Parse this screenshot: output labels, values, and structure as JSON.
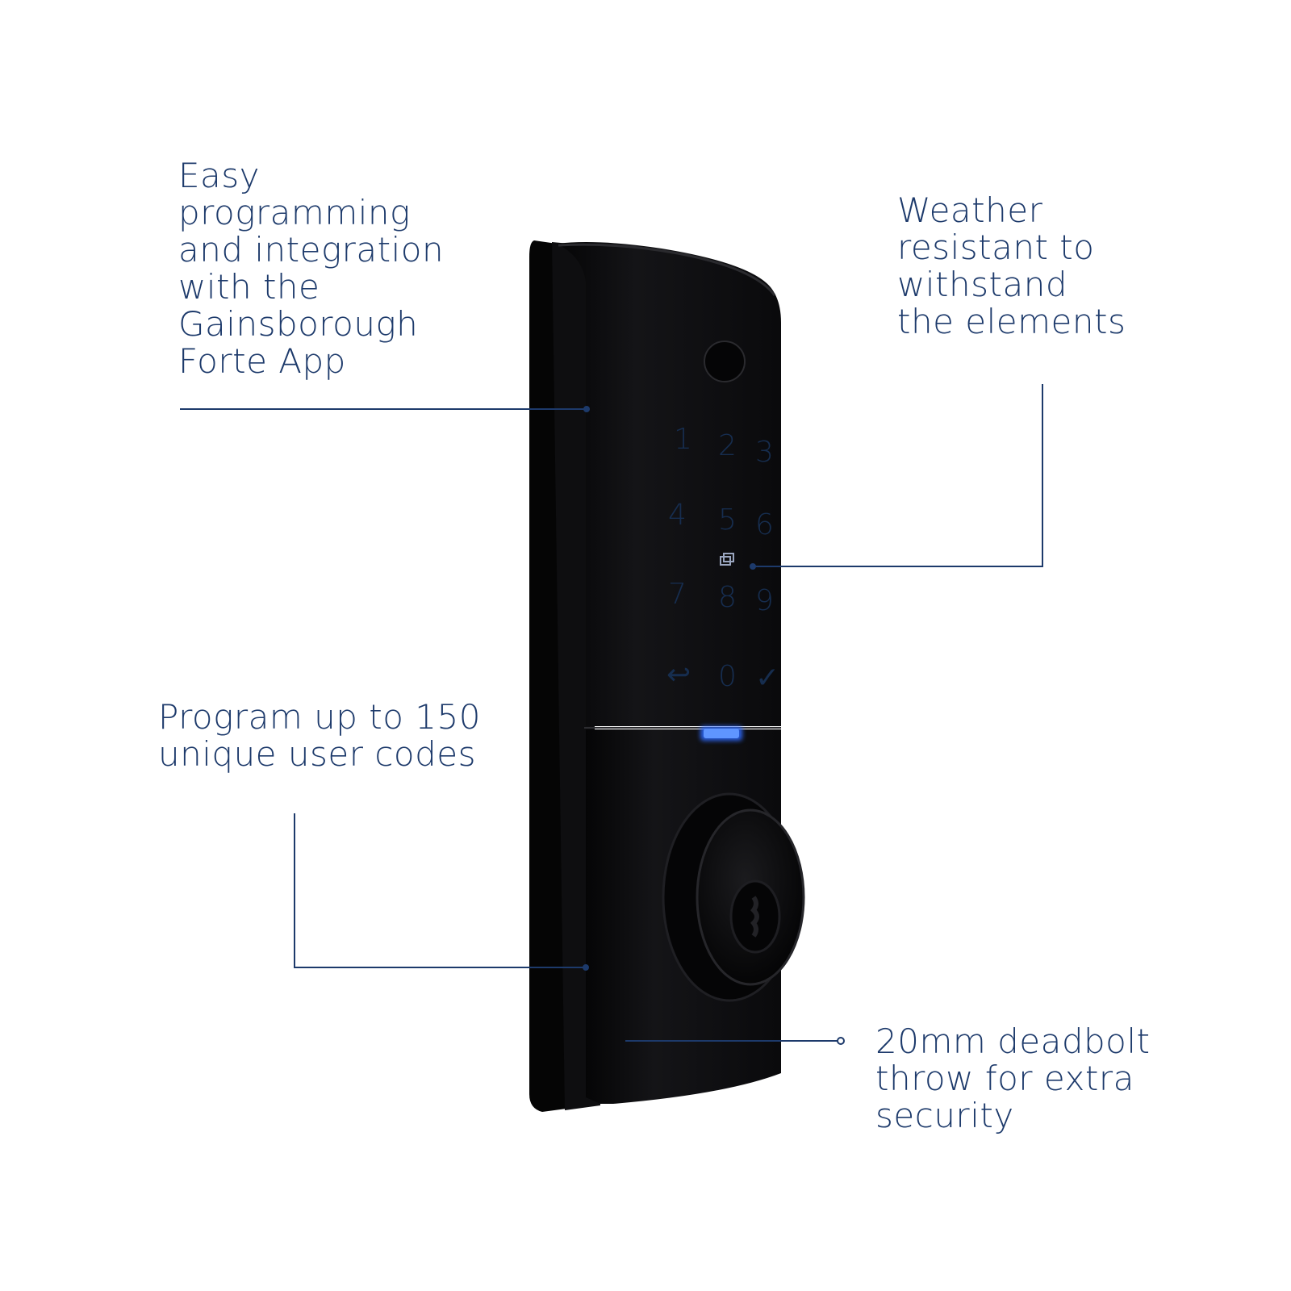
{
  "callouts": {
    "app": [
      "Easy",
      "programming",
      "and integration",
      "with the",
      "Gainsborough",
      "Forte App"
    ],
    "weather": [
      "Weather",
      "resistant to",
      "withstand",
      "the elements"
    ],
    "codes": [
      "Program up to 150",
      "unique user codes"
    ],
    "deadbolt": [
      "20mm deadbolt",
      "throw for extra",
      "security"
    ]
  },
  "keypad": {
    "keys": [
      "1",
      "2",
      "3",
      "4",
      "5",
      "6",
      "7",
      "8",
      "9",
      "↩",
      "0",
      "✓"
    ]
  },
  "colors": {
    "text": "#1d3a6b",
    "leader_line": "#1d3a6b",
    "lock_body": "#0c0c0e",
    "led": "#2f6bff"
  }
}
